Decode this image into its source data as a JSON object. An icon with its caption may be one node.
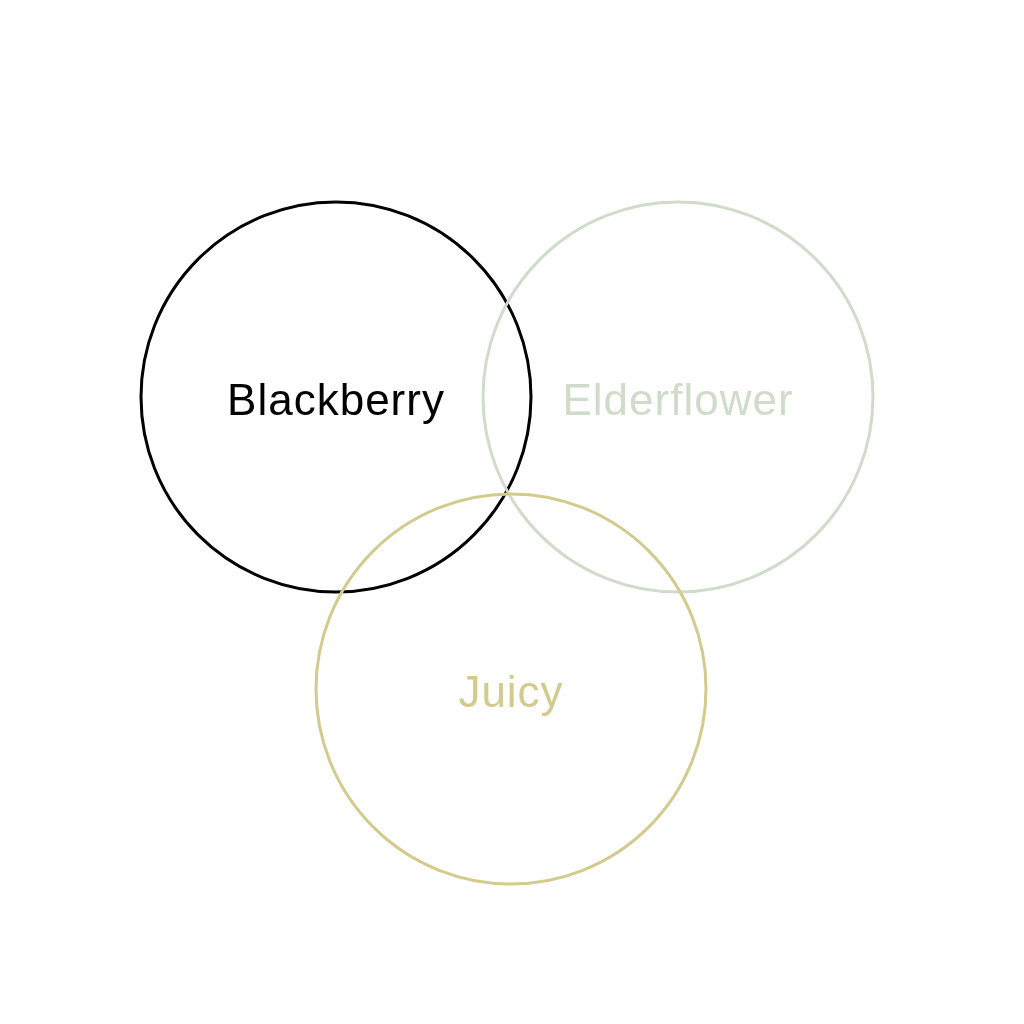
{
  "diagram": {
    "nodes": [
      {
        "text": [
          "Blackberry"
        ]
      },
      {
        "text": [
          "Elderflower"
        ]
      },
      {
        "text": [
          "Juicy"
        ]
      }
    ],
    "edges": []
  }
}
